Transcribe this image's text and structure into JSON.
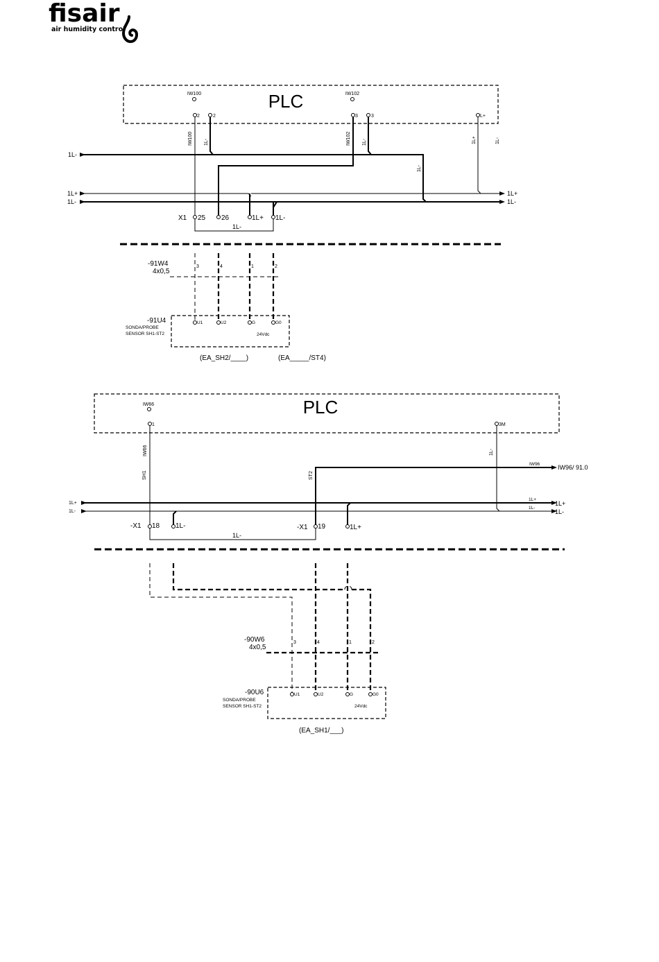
{
  "logo": {
    "brand": "fisair",
    "tagline": "air humidity control"
  },
  "diagram1": {
    "plc": "PLC",
    "top_labels": [
      "IW100",
      "IW102"
    ],
    "pins": [
      "2",
      "2",
      "3",
      "3",
      "L+"
    ],
    "vertical_labels": [
      "IW100",
      "1L-",
      "IW102",
      "1L-",
      "1L+",
      "1L-",
      "1L-"
    ],
    "bus_left": [
      "1L-",
      "1L+",
      "1L-"
    ],
    "bus_right": [
      "1L+",
      "1L-"
    ],
    "terminal_strip": "X1",
    "terminals": [
      "25",
      "26",
      "1L+",
      "1L-"
    ],
    "bridge_label": "1L-",
    "cable_name": "-91W4",
    "cable_spec": "4x0,5",
    "cores": [
      "3",
      "4",
      "1",
      "2"
    ],
    "device_name": "-91U4",
    "device_desc_1": "SONDA/PROBE",
    "device_desc_2": "SENSOR SH1-ST2",
    "device_pins": [
      "U1",
      "U2",
      "G",
      "G0"
    ],
    "supply": "24Vdc",
    "ref_1": "(EA_SH2/____)",
    "ref_2": "(EA_____/ST4)"
  },
  "diagram2": {
    "plc": "PLC",
    "top_label": "IW66",
    "pins": [
      "1",
      "3M"
    ],
    "vertical_labels": [
      "IW66",
      "SH1",
      "ST2",
      "1L-"
    ],
    "signal_out_small": "IW96",
    "signal_out": "IW96/ 91.0",
    "bus_left": [
      "1L+",
      "1L-"
    ],
    "bus_right_small": [
      "1L+",
      "1L-"
    ],
    "bus_right": [
      "1L+",
      "1L-"
    ],
    "terminal_strip_a": "-X1",
    "terminal_strip_b": "-X1",
    "terminals": [
      "18",
      "1L-",
      "19",
      "1L+"
    ],
    "bridge_label": "1L-",
    "cable_name": "-90W6",
    "cable_spec": "4x0,5",
    "cores": [
      "3",
      "4",
      "1",
      "2"
    ],
    "device_name": "-90U6",
    "device_desc_1": "SONDA/PROBE",
    "device_desc_2": "SENSOR SH1-ST2",
    "device_pins": [
      "U1",
      "U2",
      "G",
      "G0"
    ],
    "supply": "24Vdc",
    "ref_1": "(EA_SH1/___)"
  }
}
